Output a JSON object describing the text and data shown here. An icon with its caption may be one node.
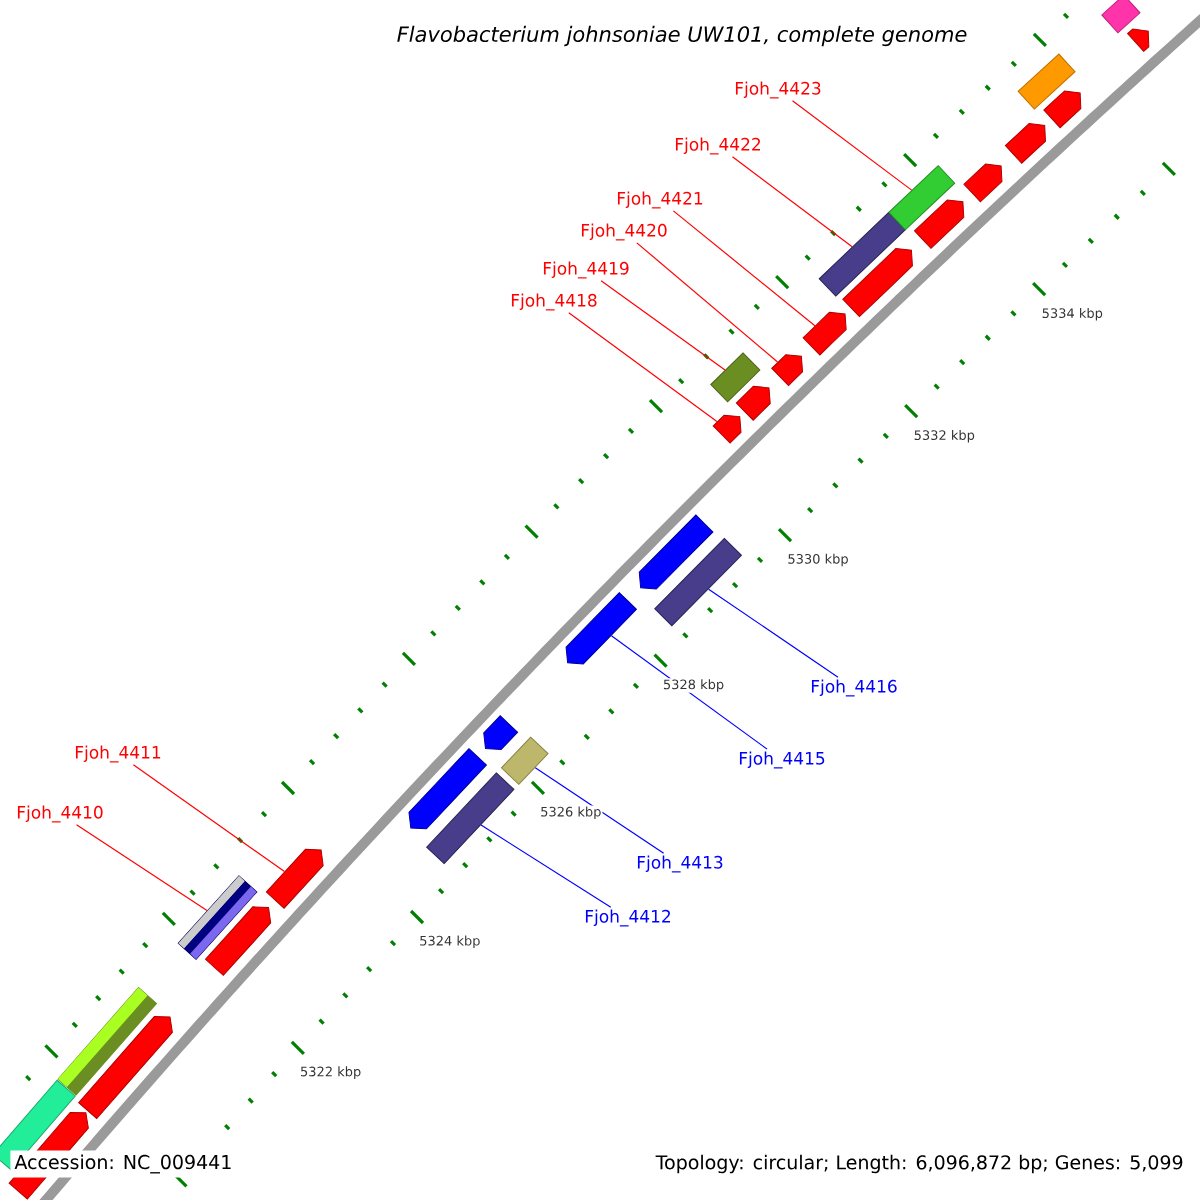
{
  "diagram": {
    "title": "Flavobacterium johnsoniae UW101, complete genome",
    "nodes": [
      {
        "text": [
          "Fjoh_4423"
        ]
      },
      {
        "text": [
          "Fjoh_4422"
        ]
      },
      {
        "text": [
          "Fjoh_4421"
        ]
      },
      {
        "text": [
          "Fjoh_4420"
        ]
      },
      {
        "text": [
          "Fjoh_4419"
        ]
      },
      {
        "text": [
          "Fjoh_4418"
        ]
      },
      {
        "text": [
          "Fjoh_4416"
        ]
      },
      {
        "text": [
          "Fjoh_4411"
        ]
      },
      {
        "text": [
          "Fjoh_4415"
        ]
      },
      {
        "text": [
          "Fjoh_4410"
        ]
      },
      {
        "text": [
          "Fjoh_4413"
        ]
      },
      {
        "text": [
          "Fjoh_4412"
        ]
      },
      {
        "text": [],
        "shape": "pentagon"
      },
      {
        "text": [],
        "shape": "box"
      },
      {
        "text": [],
        "shape": "pentagon"
      },
      {
        "text": [],
        "shape": "box"
      },
      {
        "text": [],
        "shape": "pentagon"
      },
      {
        "text": [],
        "shape": "box"
      },
      {
        "text": [],
        "shape": "pentagon"
      },
      {
        "text": [],
        "shape": "box"
      },
      {
        "text": [],
        "shape": "pentagon"
      },
      {
        "text": [],
        "shape": "pentagon"
      },
      {
        "text": [],
        "shape": "box"
      },
      {
        "text": [],
        "shape": "pentagon"
      },
      {
        "text": [],
        "shape": "box"
      },
      {
        "text": [],
        "shape": "pentagon"
      },
      {
        "text": [],
        "shape": "pentagon"
      },
      {
        "text": [],
        "shape": "pentagon"
      },
      {
        "text": [],
        "shape": "box"
      },
      {
        "text": [],
        "shape": "pentagon"
      },
      {
        "text": [],
        "shape": "pentagon"
      },
      {
        "text": [],
        "shape": "pentagon"
      },
      {
        "text": [],
        "shape": "box"
      },
      {
        "text": [],
        "shape": "pentagon"
      },
      {
        "text": [],
        "shape": "box"
      },
      {
        "text": [],
        "shape": "pentagon"
      },
      {
        "text": [],
        "shape": "pentagon"
      },
      {
        "text": [],
        "shape": "pentagon"
      },
      {
        "text": [],
        "shape": "box"
      },
      {
        "text": [],
        "shape": "pentagon"
      },
      {
        "text": [],
        "shape": "box"
      }
    ],
    "edges": [
      {
        "from": 0,
        "to": 34,
        "arrow": "none"
      },
      {
        "from": 1,
        "to": 32,
        "arrow": "none"
      },
      {
        "from": 2,
        "to": 30,
        "arrow": "none"
      },
      {
        "from": 3,
        "to": 29,
        "arrow": "none"
      },
      {
        "from": 4,
        "to": 28,
        "arrow": "none"
      },
      {
        "from": 5,
        "to": 26,
        "arrow": "none"
      },
      {
        "from": 6,
        "to": 24,
        "arrow": "none",
        "color": "#0000ff"
      },
      {
        "from": 7,
        "to": 18,
        "arrow": "none"
      },
      {
        "from": 8,
        "to": 23,
        "arrow": "none",
        "color": "#0000ff"
      },
      {
        "from": 9,
        "to": 17,
        "arrow": "none"
      },
      {
        "from": 10,
        "to": 22,
        "arrow": "none",
        "color": "#0000ff"
      },
      {
        "from": 11,
        "to": 19,
        "arrow": "none",
        "color": "#0000ff"
      }
    ],
    "labels": [
      "5334 kbp",
      "5332 kbp",
      "5330 kbp",
      "5328 kbp",
      "5326 kbp",
      "5324 kbp",
      "5322 kbp",
      "Accession: NC_009441",
      "Topology: circular; Length: 6,096,872 bp; Genes: 5,099"
    ]
  }
}
